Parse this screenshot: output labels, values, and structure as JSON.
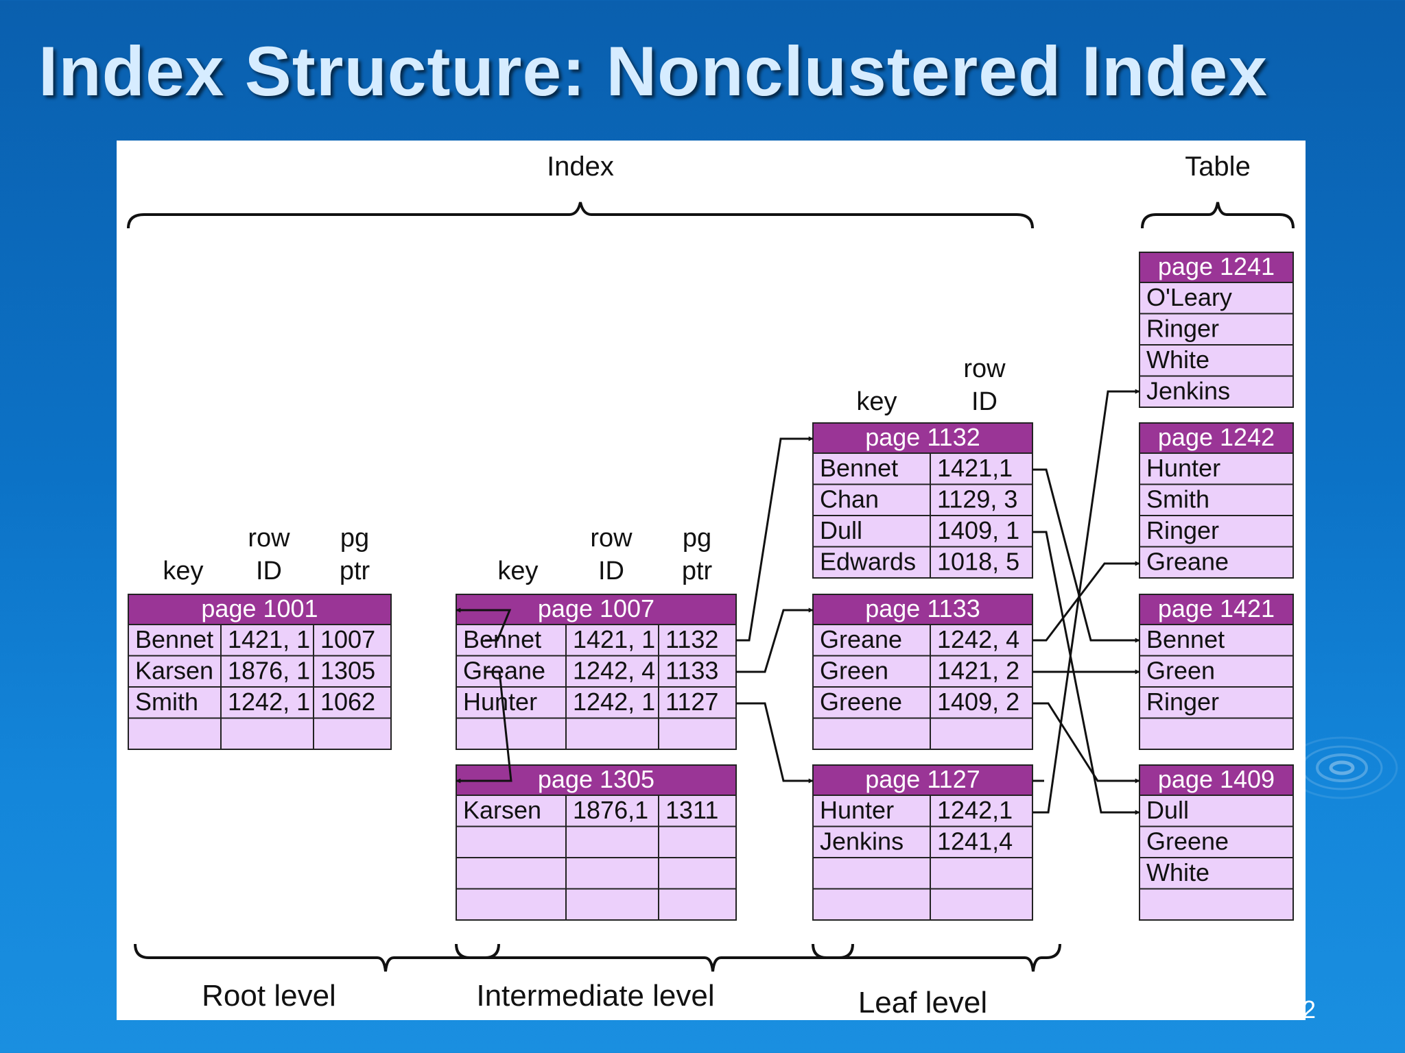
{
  "slide": {
    "title": "Index Structure: Nonclustered Index",
    "page_number": "2"
  },
  "colors": {
    "header": "#9a3596",
    "cell": "#ecd0fb",
    "background": "#0c6fc4"
  },
  "labels": {
    "index": "Index",
    "table": "Table",
    "root_level": "Root level",
    "intermediate_level": "Intermediate level",
    "leaf_level": "Leaf level",
    "key": "key",
    "row": "row",
    "id": "ID",
    "pg": "pg",
    "ptr": "ptr"
  },
  "pages": {
    "p1001": {
      "title": "page 1001",
      "rows": [
        [
          "Bennet",
          "1421, 1",
          "1007"
        ],
        [
          "Karsen",
          "1876, 1",
          "1305"
        ],
        [
          "Smith",
          "1242, 1",
          "1062"
        ],
        [
          "",
          "",
          ""
        ]
      ]
    },
    "p1007": {
      "title": "page 1007",
      "rows": [
        [
          "Bennet",
          "1421, 1",
          "1132"
        ],
        [
          "Greane",
          "1242, 4",
          "1133"
        ],
        [
          "Hunter",
          "1242, 1",
          "1127"
        ],
        [
          "",
          "",
          ""
        ]
      ]
    },
    "p1305": {
      "title": "page 1305",
      "rows": [
        [
          "Karsen",
          "1876,1",
          "1311"
        ],
        [
          "",
          "",
          ""
        ],
        [
          "",
          "",
          ""
        ],
        [
          "",
          "",
          ""
        ]
      ]
    },
    "p1132": {
      "title": "page 1132",
      "rows": [
        [
          "Bennet",
          "1421,1"
        ],
        [
          "Chan",
          "1129, 3"
        ],
        [
          "Dull",
          "1409, 1"
        ],
        [
          "Edwards",
          "1018, 5"
        ]
      ]
    },
    "p1133": {
      "title": "page 1133",
      "rows": [
        [
          "Greane",
          "1242, 4"
        ],
        [
          "Green",
          "1421, 2"
        ],
        [
          "Greene",
          "1409, 2"
        ],
        [
          "",
          ""
        ]
      ]
    },
    "p1127": {
      "title": "page 1127",
      "rows": [
        [
          "Hunter",
          "1242,1"
        ],
        [
          "Jenkins",
          "1241,4"
        ],
        [
          "",
          ""
        ],
        [
          "",
          ""
        ]
      ]
    },
    "p1241": {
      "title": "page 1241",
      "rows": [
        [
          "O'Leary"
        ],
        [
          "Ringer"
        ],
        [
          "White"
        ],
        [
          "Jenkins"
        ]
      ]
    },
    "p1242": {
      "title": "page 1242",
      "rows": [
        [
          "Hunter"
        ],
        [
          "Smith"
        ],
        [
          "Ringer"
        ],
        [
          "Greane"
        ]
      ]
    },
    "p1421": {
      "title": "page 1421",
      "rows": [
        [
          "Bennet"
        ],
        [
          "Green"
        ],
        [
          "Ringer"
        ],
        [
          ""
        ]
      ]
    },
    "p1409": {
      "title": "page 1409",
      "rows": [
        [
          "Dull"
        ],
        [
          "Greene"
        ],
        [
          "White"
        ],
        [
          ""
        ]
      ]
    }
  }
}
